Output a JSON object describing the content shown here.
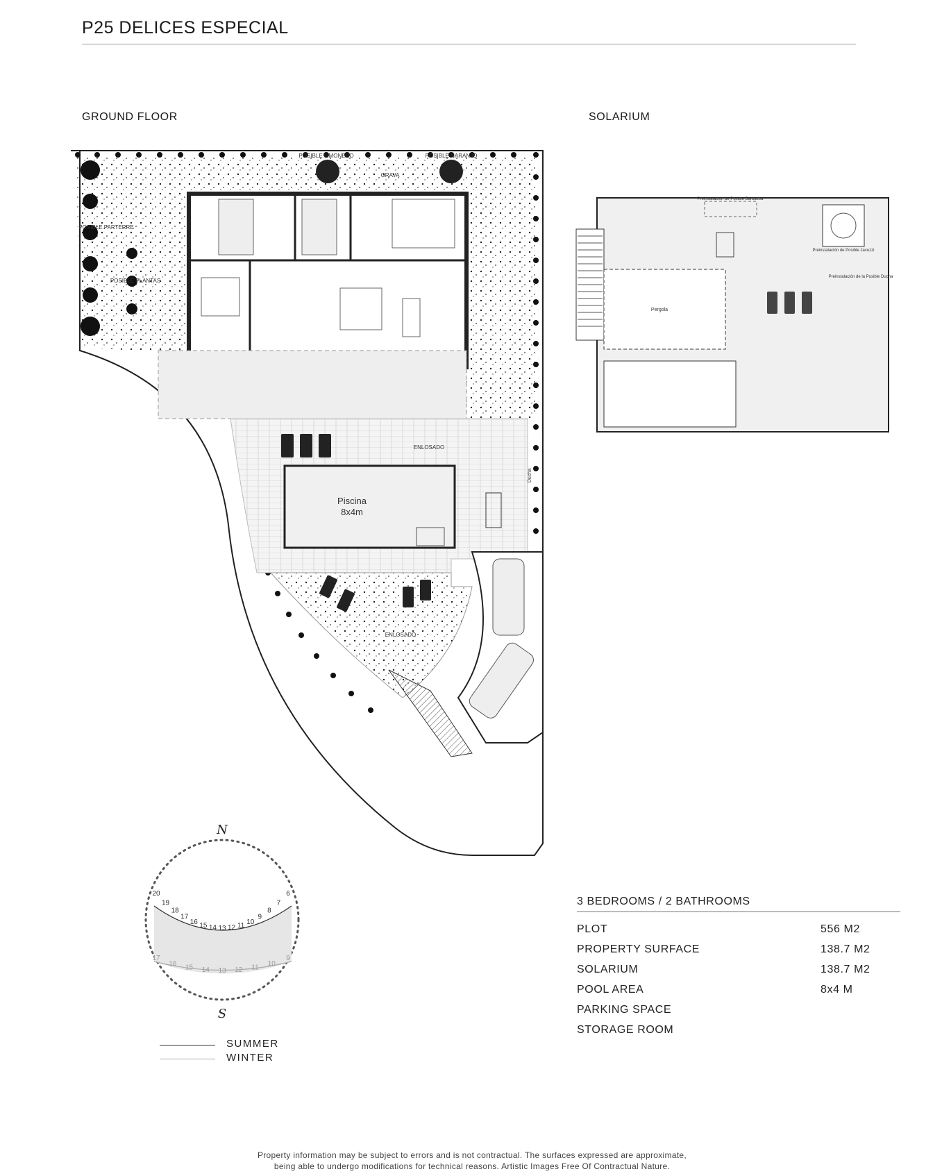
{
  "header": {
    "title": "P25 DELICES ESPECIAL"
  },
  "plans": {
    "ground_floor_label": "GROUND FLOOR",
    "solarium_label": "SOLARIUM",
    "ground_labels": {
      "limonero": "POSIBLE LIMONERO",
      "naranjo": "POSIBLE NARANJO",
      "grava": "GRAVA",
      "parterre": "POSIBLE PARTERRE",
      "plantas": "POSIBLE PLANTAS",
      "enlosado_top": "ENLOSADO",
      "piscina": "Piscina",
      "piscina_size": "8x4m",
      "enlosado_bottom": "ENLOSADO",
      "ducha": "Ducha"
    },
    "solarium_labels": {
      "barbacoa": "Preinstalación de Posible Barbacoa",
      "jacuzzi": "Preinstalación de Posible Jacuzzi",
      "ducha": "Preinstalación de la Posible Ducha",
      "pergola": "Pergola"
    }
  },
  "sun_path": {
    "north": "N",
    "south": "S",
    "summer_hours": [
      "20",
      "19",
      "18",
      "17",
      "16",
      "15",
      "14",
      "13",
      "12",
      "11",
      "10",
      "9",
      "8",
      "7",
      "6"
    ],
    "winter_hours": [
      "17",
      "16",
      "15",
      "14",
      "13",
      "12",
      "11",
      "10",
      "9"
    ],
    "legend": {
      "summer": "SUMMER",
      "winter": "WINTER"
    },
    "colors": {
      "summer": "#333333",
      "winter": "#aaaaaa"
    }
  },
  "specs": {
    "heading": "3 BEDROOMS / 2 BATHROOMS",
    "rows": [
      {
        "label": "PLOT",
        "value": "556 M2"
      },
      {
        "label": "PROPERTY SURFACE",
        "value": "138.7 M2"
      },
      {
        "label": "SOLARIUM",
        "value": "138.7 M2"
      },
      {
        "label": "POOL AREA",
        "value": "8x4 M"
      },
      {
        "label": "PARKING SPACE",
        "value": ""
      },
      {
        "label": "STORAGE ROOM",
        "value": ""
      }
    ]
  },
  "footer": {
    "disclaimer_line1": "Property information may be subject to errors and is not contractual. The surfaces expressed are approximate,",
    "disclaimer_line2": "being able to undergo modifications for technical reasons. Artistic Images Free Of Contractual Nature."
  }
}
